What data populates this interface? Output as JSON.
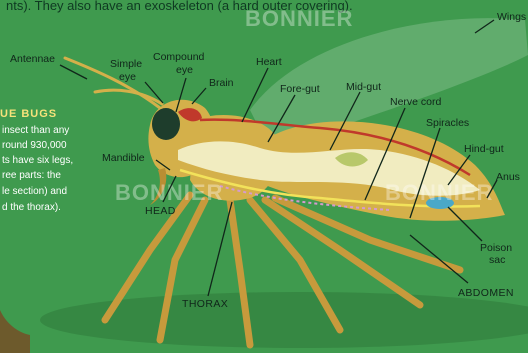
{
  "header_text": "nts). They also have an exoskeleton (a hard outer covering).",
  "sidebar": {
    "heading": "UE BUGS",
    "lines": [
      "insect than any",
      "round 930,000",
      "ts have six legs,",
      "ree parts: the",
      "le section) and",
      "d the thorax)."
    ]
  },
  "labels": {
    "antennae": "Antennae",
    "simple_eye": [
      "Simple",
      "eye"
    ],
    "compound_eye": [
      "Compound",
      "eye"
    ],
    "brain": "Brain",
    "heart": "Heart",
    "fore_gut": "Fore-gut",
    "mid_gut": "Mid-gut",
    "nerve_cord": "Nerve cord",
    "spiracles": "Spiracles",
    "hind_gut": "Hind-gut",
    "anus": "Anus",
    "mandible": "Mandible",
    "head": "HEAD",
    "thorax": "THORAX",
    "abdomen": "ABDOMEN",
    "poison_sac": [
      "Poison",
      "sac"
    ],
    "wings": "Wings"
  },
  "watermark": "BONNIER",
  "colors": {
    "background": "#3f9a4e",
    "body": "#d4b04a",
    "gut": "#f1ecc0",
    "heart_line": "#c0392b",
    "nerve_cord": "#f2e25a",
    "spiracles": "#d69ad0",
    "poison_sac": "#4aa8c8",
    "eye": "#1e3d2c"
  }
}
